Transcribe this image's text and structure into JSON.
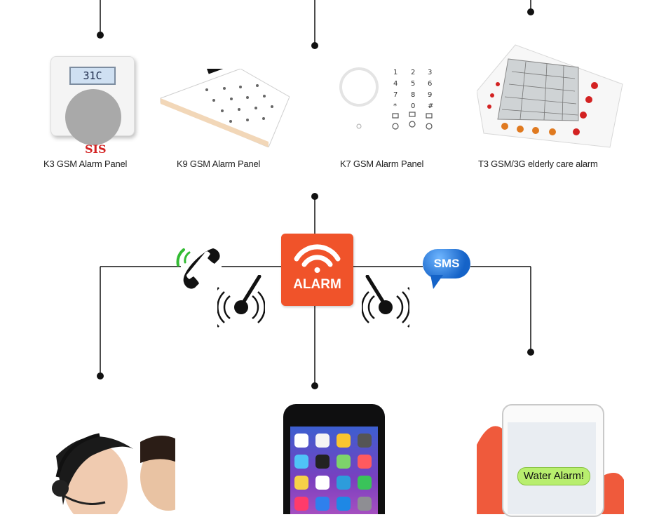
{
  "products": [
    {
      "caption": "K3 GSM Alarm Panel",
      "display": "31C",
      "logo": "SIS"
    },
    {
      "caption": "K9  GSM Alarm Panel"
    },
    {
      "caption": "K7 GSM Alarm Panel",
      "keys": [
        "1",
        "2",
        "3",
        "4",
        "5",
        "6",
        "7",
        "8",
        "9",
        "*",
        "0",
        "#"
      ]
    },
    {
      "caption": "T3 GSM/3G elderly care alarm"
    }
  ],
  "center": {
    "label": "ALARM",
    "color": "#f0532a"
  },
  "notifications": {
    "sms_label": "SMS",
    "sms_color": "#1563c8",
    "call_icon": "phone-call-icon"
  },
  "receivers": {
    "phone_message": "Water Alarm!"
  },
  "colors": {
    "line": "#111111",
    "accent_red": "#d32222",
    "accent_green": "#33bb33"
  }
}
